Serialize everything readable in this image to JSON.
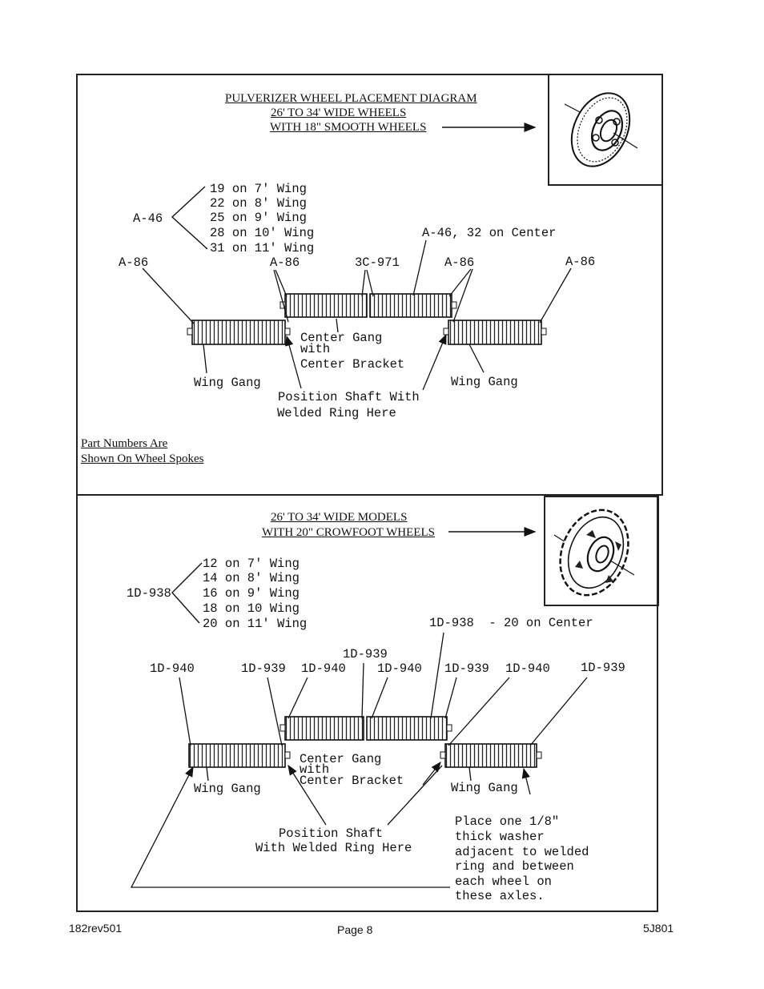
{
  "top": {
    "title_lines": [
      "PULVERIZER WHEEL PLACEMENT DIAGRAM",
      "26' TO 34' WIDE WHEELS",
      "WITH 18\" SMOOTH WHEELS"
    ],
    "group_label": "A-46",
    "wing_counts": [
      "19 on 7' Wing",
      "22 on 8' Wing",
      "25 on 9' Wing",
      "28 on 10' Wing",
      "31 on 11' Wing"
    ],
    "center_label": "A-46, 32 on Center",
    "label_a86_left": "A-86",
    "label_a86_mid": "A-86",
    "label_3c971": "3C-971",
    "label_a86_center_right": "A-86",
    "label_a86_right": "A-86",
    "center_gang": [
      "Center Gang",
      "with",
      "Center Bracket"
    ],
    "wing_gang_left": "Wing Gang",
    "wing_gang_right": "Wing Gang",
    "position_shaft": [
      "Position Shaft With",
      "Welded Ring Here"
    ],
    "part_numbers_note": [
      "Part Numbers Are",
      "Shown On Wheel Spokes"
    ]
  },
  "bottom": {
    "title_lines": [
      "26' TO 34' WIDE MODELS",
      "WITH 20\" CROWFOOT WHEELS"
    ],
    "group_label": "1D-938",
    "wing_counts": [
      "12 on 7' Wing",
      "14 on 8' Wing",
      "16 on 9' Wing",
      "18 on 10 Wing",
      "20 on 11' Wing"
    ],
    "center_label": "1D-938  - 20 on Center",
    "label_1d939_top": "1D-939",
    "label_1d940_left": "1D-940",
    "label_1d939_a": "1D-939",
    "label_1d940_b": "1D-940",
    "label_1d940_c": "1D-940",
    "label_1d939_d": "1D-939",
    "label_1d940_e": "1D-940",
    "label_1d939_f": "1D-939",
    "center_gang": [
      "Center Gang",
      "with",
      "Center Bracket"
    ],
    "wing_gang_left": "Wing Gang",
    "wing_gang_right": "Wing Gang",
    "position_shaft": [
      "Position Shaft",
      "With Welded Ring Here"
    ],
    "washer_note": [
      "Place one 1/8\"",
      "thick washer",
      "adjacent to welded",
      "ring and between",
      "each wheel on",
      "these axles."
    ]
  },
  "footer": {
    "left": "182rev501",
    "center": "Page 8",
    "right": "5J801"
  }
}
